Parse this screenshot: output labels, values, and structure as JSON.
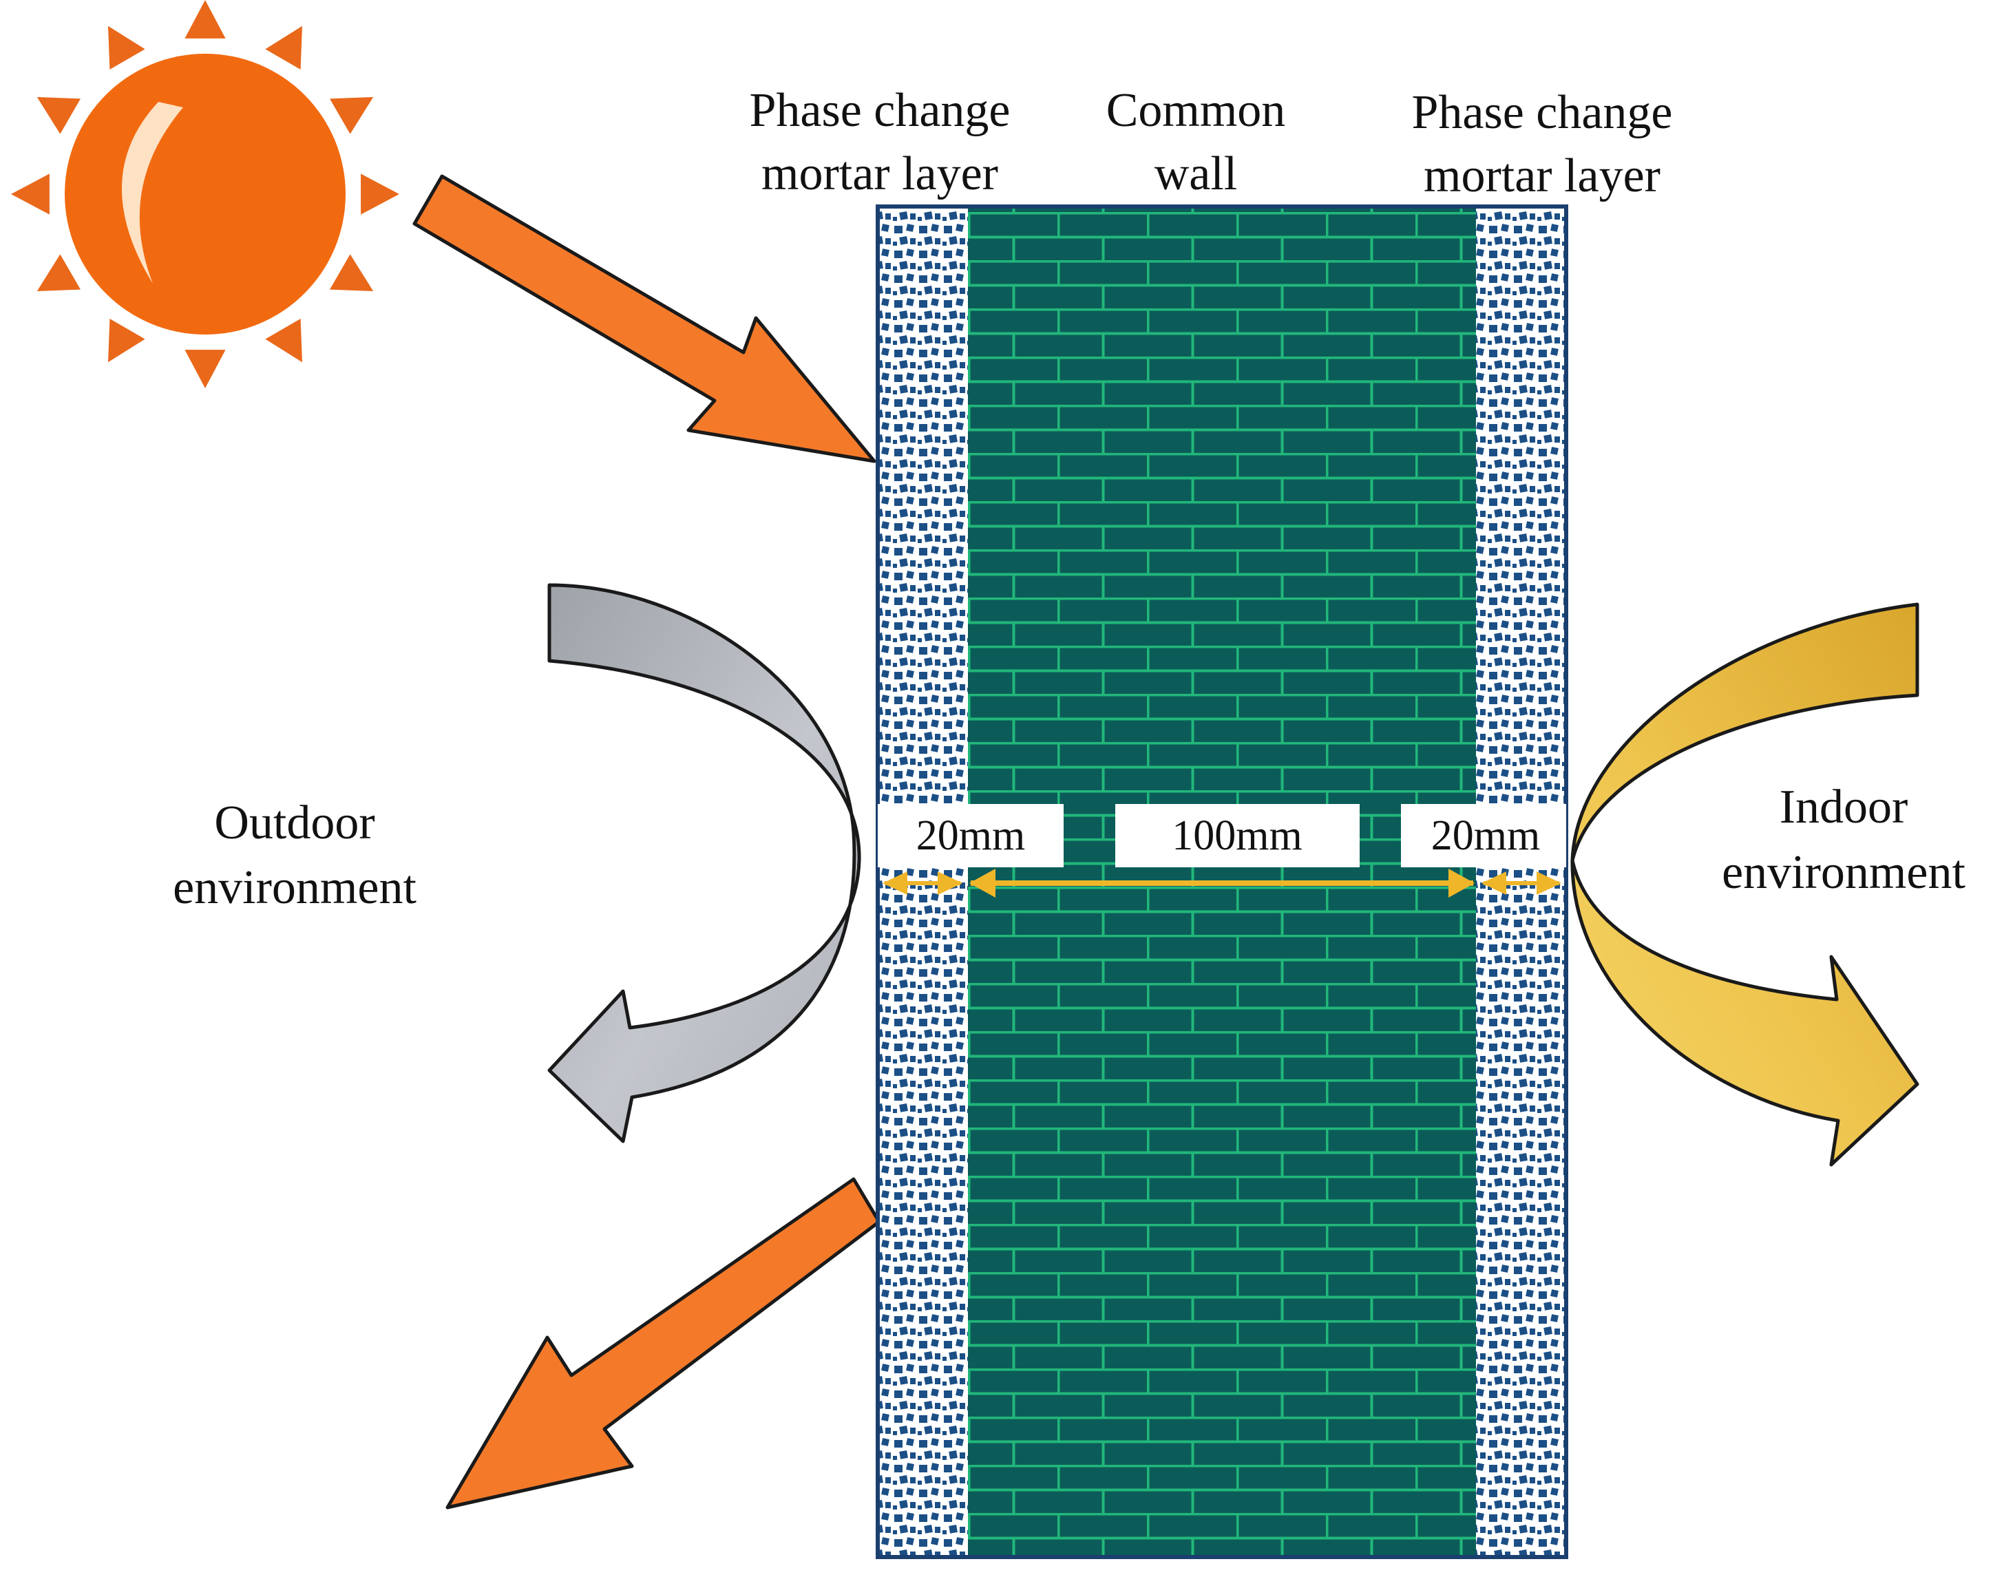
{
  "labels": {
    "outer_layer_line1": "Phase change",
    "outer_layer_line2": "mortar layer",
    "wall_line1": "Common",
    "wall_line2": "wall",
    "inner_layer_line1": "Phase change",
    "inner_layer_line2": "mortar layer",
    "outdoor_line1": "Outdoor",
    "outdoor_line2": "environment",
    "indoor_line1": "Indoor",
    "indoor_line2": "environment"
  },
  "dimensions": {
    "outer_layer": "20mm",
    "wall": "100mm",
    "inner_layer": "20mm"
  },
  "colors": {
    "sun": "#f26a10",
    "sun_ray": "#e9681a",
    "radiation_arrow": "#f47a2a",
    "brick": "#0b5c59",
    "mortar_line": "#22b77a",
    "mortar_dots": "#1b4f86",
    "wall_border": "#1b3f6e",
    "outdoor_arrow": "#b9bcc2",
    "indoor_arrow": "#e8bd3e",
    "dimension_arrow": "#f0b62a"
  },
  "icons": {
    "sun": "sun-icon",
    "incoming_radiation": "incoming-radiation-arrow-icon",
    "reflected_radiation": "reflected-radiation-arrow-icon",
    "outdoor_flow": "outdoor-heat-flow-arrow-icon",
    "indoor_flow": "indoor-heat-flow-arrow-icon"
  }
}
